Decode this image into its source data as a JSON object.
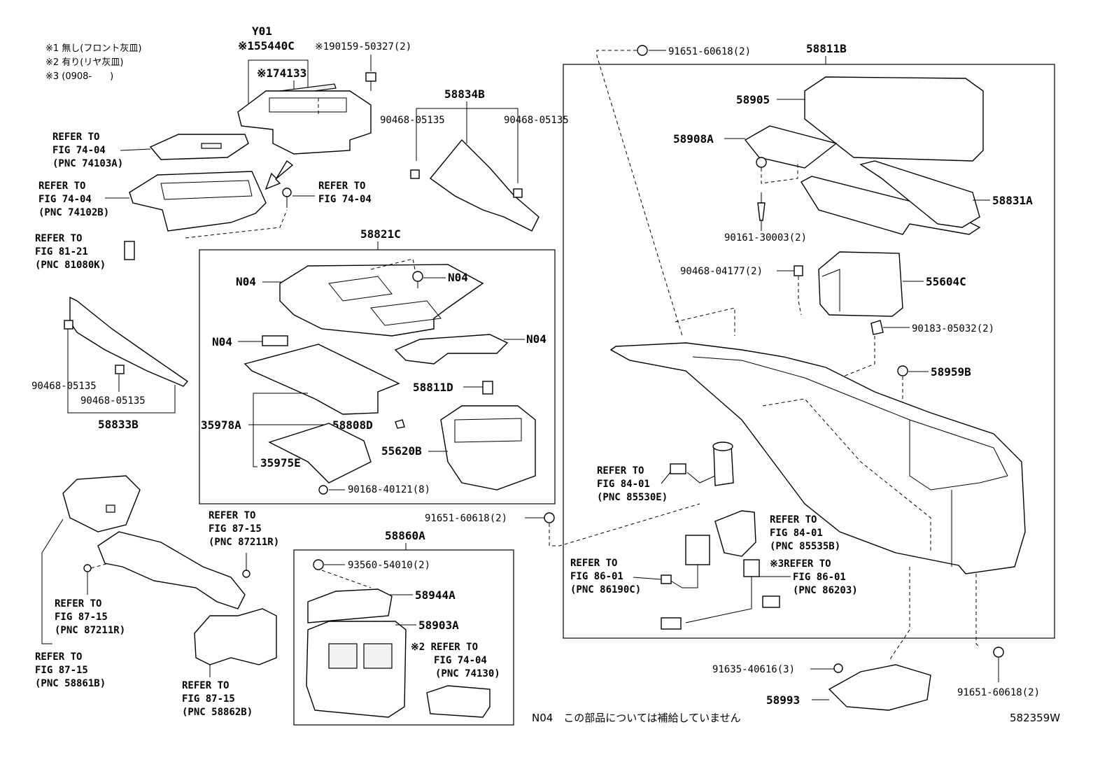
{
  "notes": {
    "n1": "※1 無し(フロント灰皿)",
    "n2": "※2 有り(リヤ灰皿)",
    "n3": "※3 (0908-　　)",
    "bottom": "N04　この部品については補給していません",
    "fig_id": "582359W"
  },
  "labels": {
    "y01": "Y01",
    "p55440c": "※155440C",
    "p90159": "※190159-50327(2)",
    "p74133": "※174133",
    "ref_74103a_1": "REFER TO",
    "ref_74103a_2": "FIG 74-04",
    "ref_74103a_3": "(PNC 74103A)",
    "ref_74102b_1": "REFER TO",
    "ref_74102b_2": "FIG 74-04",
    "ref_74102b_3": "(PNC 74102B)",
    "ref_7404_1": "REFER TO",
    "ref_7404_2": "FIG 74-04",
    "ref_81080k_1": "REFER TO",
    "ref_81080k_2": "FIG 81-21",
    "ref_81080k_3": "(PNC 81080K)",
    "p58834b": "58834B",
    "p90468_a": "90468-05135",
    "p90468_b": "90468-05135",
    "p90468_c": "90468-05135",
    "p90468_d": "90468-05135",
    "p58833b": "58833B",
    "p58821c": "58821C",
    "n04_a": "N04",
    "n04_b": "N04",
    "n04_c": "N04",
    "n04_d": "N04",
    "p58811d": "58811D",
    "p35978a": "35978A",
    "p58808d": "58808D",
    "p55620b": "55620B",
    "p35975e": "35975E",
    "p90168": "90168-40121(8)",
    "p91651_a": "91651-60618(2)",
    "p91651_b": "91651-60618(2)",
    "p91651_c": "91651-60618(2)",
    "p58811b": "58811B",
    "p58905": "58905",
    "p58908a": "58908A",
    "p58831a": "58831A",
    "p90161": "90161-30003(2)",
    "p90468_04177": "90468-04177(2)",
    "p55604c": "55604C",
    "p90183": "90183-05032(2)",
    "p58959b": "58959B",
    "ref_85530e_1": "REFER TO",
    "ref_85530e_2": "FIG 84-01",
    "ref_85530e_3": "(PNC 85530E)",
    "ref_85535b_1": "REFER TO",
    "ref_85535b_2": "FIG 84-01",
    "ref_85535b_3": "(PNC 85535B)",
    "ref_86190c_1": "REFER TO",
    "ref_86190c_2": "FIG 86-01",
    "ref_86190c_3": "(PNC 86190C)",
    "ref_86203_1": "※3REFER TO",
    "ref_86203_2": "FIG 86-01",
    "ref_86203_3": "(PNC 86203)",
    "p58860a": "58860A",
    "p93560": "93560-54010(2)",
    "p58944a": "58944A",
    "p58903a": "58903A",
    "ref_74130_1": "※2 REFER TO",
    "ref_74130_2": "FIG 74-04",
    "ref_74130_3": "(PNC 74130)",
    "ref_87211r_a1": "REFER TO",
    "ref_87211r_a2": "FIG 87-15",
    "ref_87211r_a3": "(PNC 87211R)",
    "ref_87211r_b1": "REFER TO",
    "ref_87211r_b2": "FIG 87-15",
    "ref_87211r_b3": "(PNC 87211R)",
    "ref_58861b_1": "REFER TO",
    "ref_58861b_2": "FIG 87-15",
    "ref_58861b_3": "(PNC 58861B)",
    "ref_58862b_1": "REFER TO",
    "ref_58862b_2": "FIG 87-15",
    "ref_58862b_3": "(PNC 58862B)",
    "p91635": "91635-40616(3)",
    "p58993": "58993"
  }
}
